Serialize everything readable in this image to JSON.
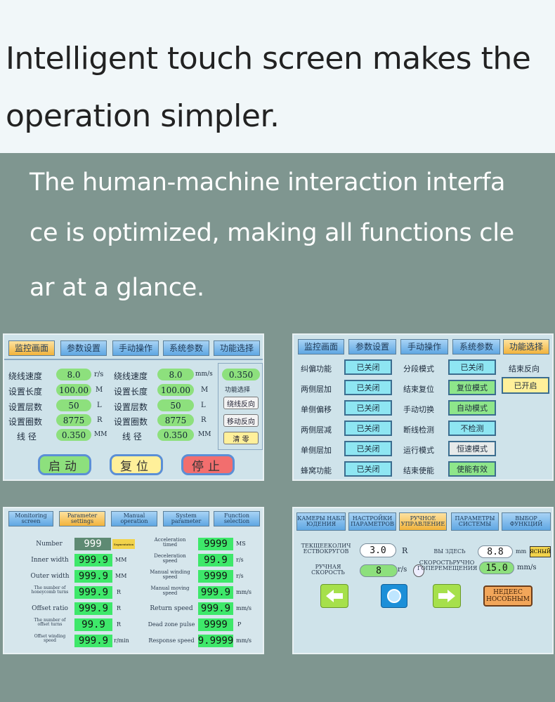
{
  "banner": {
    "line1": "Intelligent touch screen makes the",
    "line2": "operation simpler."
  },
  "description": {
    "line1": "The human-machine interaction interfa",
    "line2": "ce is optimized, making all functions cle",
    "line3": "ar at a glance."
  },
  "panel1": {
    "tabs": [
      "监控画面",
      "参数设置",
      "手动操作",
      "系统参数",
      "功能选择"
    ],
    "rows_left": [
      {
        "label": "绕线速度",
        "value": "8.0",
        "unit": "r/s"
      },
      {
        "label": "设置长度",
        "value": "100.00",
        "unit": "M"
      },
      {
        "label": "设置层数",
        "value": "50",
        "unit": "L"
      },
      {
        "label": "设置圈数",
        "value": "8775",
        "unit": "R"
      },
      {
        "label": "线 径",
        "value": "0.350",
        "unit": "MM"
      }
    ],
    "rows_right": [
      {
        "label": "绕线速度",
        "value": "8.0",
        "unit": "mm/s"
      },
      {
        "label": "设置长度",
        "value": "100.00",
        "unit": "M"
      },
      {
        "label": "设置层数",
        "value": "50",
        "unit": "L"
      },
      {
        "label": "设置圈数",
        "value": "8775",
        "unit": "R"
      },
      {
        "label": "线 径",
        "value": "0.350",
        "unit": "MM"
      }
    ],
    "side_value": "0.350",
    "side_title": "功能选择",
    "side_buttons": [
      "绕线反向",
      "移动反向",
      "清 零"
    ],
    "start": "启动",
    "reset": "复位",
    "stop": "停止"
  },
  "panel2": {
    "tabs": [
      "监控画面",
      "参数设置",
      "手动操作",
      "系统参数",
      "功能选择"
    ],
    "col1": [
      {
        "label": "纠偏功能",
        "state": "已关闭"
      },
      {
        "label": "两侧层加",
        "state": "已关闭"
      },
      {
        "label": "单侧偏移",
        "state": "已关闭"
      },
      {
        "label": "两侧层减",
        "state": "已关闭"
      },
      {
        "label": "单侧层加",
        "state": "已关闭"
      },
      {
        "label": "蜂窝功能",
        "state": "已关闭"
      }
    ],
    "col2": [
      {
        "label": "分段模式",
        "state": "已关闭"
      },
      {
        "label": "结束复位",
        "state": "复位模式"
      },
      {
        "label": "手动切换",
        "state": "自动模式"
      },
      {
        "label": "断线检测",
        "state": "不检测"
      },
      {
        "label": "运行模式",
        "state": "恒速模式"
      },
      {
        "label": "结束使能",
        "state": "使能有效"
      }
    ],
    "col3_label": "结束反向",
    "col3_state": "已开启"
  },
  "panel3": {
    "tabs": [
      [
        "Monitoring",
        "screen"
      ],
      [
        "Parameter",
        "settings"
      ],
      [
        "Manual",
        "operation"
      ],
      [
        "System",
        "parameter"
      ],
      [
        "Function",
        "selection"
      ]
    ],
    "left": [
      {
        "label": "Number",
        "value": "999",
        "unit": ""
      },
      {
        "label": "Inner width",
        "value": "999.9",
        "unit": "MM"
      },
      {
        "label": "Outer width",
        "value": "999.9",
        "unit": "MM"
      },
      {
        "label": "The number of honeycomb turns",
        "value": "999.9",
        "unit": "R"
      },
      {
        "label": "Offset ratio",
        "value": "999.9",
        "unit": "R"
      },
      {
        "label": "The number of offset turns",
        "value": "99.9",
        "unit": "R"
      },
      {
        "label": "Offset winding speed",
        "value": "999.9",
        "unit": "r/min"
      }
    ],
    "right": [
      {
        "label": "Acceleration timed",
        "value": "9999",
        "unit": "MS"
      },
      {
        "label": "Deceleration speed",
        "value": "99.9",
        "unit": "r/s"
      },
      {
        "label": "Manual winding speed",
        "value": "9999",
        "unit": "r/s"
      },
      {
        "label": "Manual moving speed",
        "value": "999.9",
        "unit": "mm/s"
      },
      {
        "label": "Return speed",
        "value": "999.9",
        "unit": "mm/s"
      },
      {
        "label": "Dead zone pulse",
        "value": "9999",
        "unit": "P"
      },
      {
        "label": "Response speed",
        "value": "9.9999",
        "unit": "mm/s"
      }
    ],
    "note": "Segmentation"
  },
  "panel4": {
    "tabs": [
      [
        "КАМЕРЫ НАБЛ",
        "ЮДЕНИЯ"
      ],
      [
        "НАСТРОЙКИ",
        "ПАРАМЕТРОВ"
      ],
      [
        "РУЧНОЕ",
        "УПРАВЛЕНИЕ"
      ],
      [
        "ПАРАМЕТРЫ",
        "СИСТЕМЫ"
      ],
      [
        "ВЫБОР",
        "ФУНКЦИЙ"
      ]
    ],
    "row1_label": [
      "ТЕКЩЕЕКОЛИЧ",
      "ЕСТВОКРУГОВ"
    ],
    "row1_value": "3.0",
    "row1_unit": "R",
    "row1b_label": "ВЫ ЗДЕСЬ",
    "row1b_value": "8.8",
    "row1b_unit": "mm",
    "row1b_badge": "ЯСНЫЙ",
    "row2_label": [
      "РУЧНАЯ",
      "СКОРОСТЬ"
    ],
    "row2_value": "8",
    "row2_unit": "r/s",
    "row2b_label": [
      "СКОРОСТЬРУЧНО",
      "ГОПЕРЕМЕЩЕНИЯ"
    ],
    "row2b_value": "15.0",
    "row2b_unit": "mm/s",
    "side_button": [
      "НЕДЕЕС",
      "НОСОБНЫМ"
    ]
  }
}
